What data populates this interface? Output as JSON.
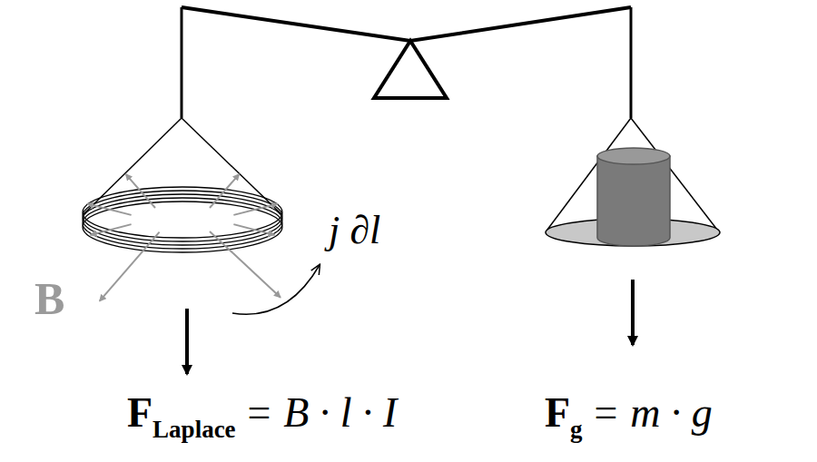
{
  "diagram": {
    "labels": [
      "B",
      "j ∂l",
      "F",
      "Laplace",
      "= B · l · I",
      "F",
      "g",
      "= m · g"
    ]
  }
}
